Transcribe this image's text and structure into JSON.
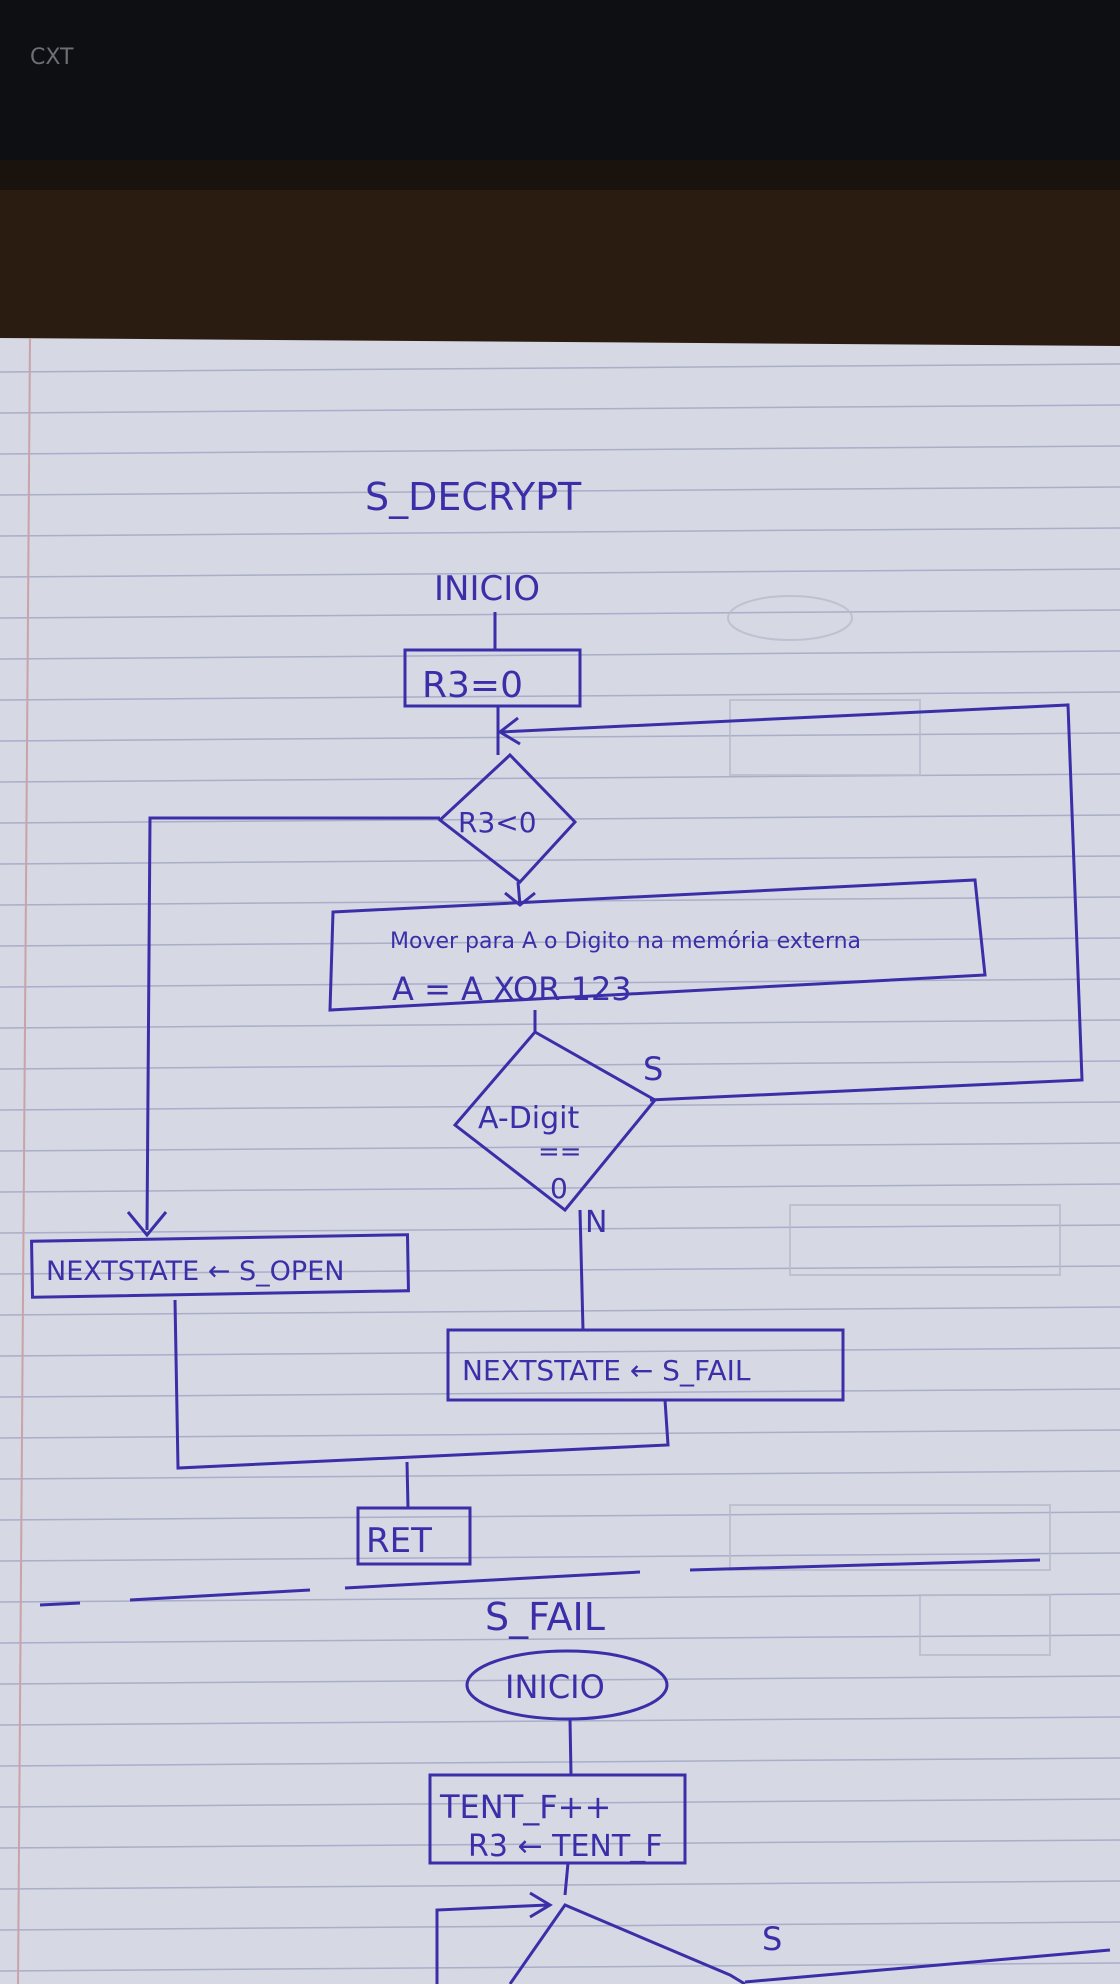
{
  "top_bar_text": "CXT",
  "colors": {
    "ink": "#3a2fa8",
    "paper": "#d9dbe6",
    "paper_line": "#a9aec9",
    "margin_line": "#c9a3a8",
    "desk": "#2a1c12"
  },
  "flowcharts": [
    {
      "title": "S_DECRYPT",
      "start": "INICIO",
      "init_box": "R3=0",
      "loop_decision": "R3<0",
      "process_line1": "Mover para A o Digito na memória externa",
      "process_line2": "A = A XOR 123",
      "compare_decision": [
        "A-Digit",
        "==",
        "0"
      ],
      "yes_label": "S",
      "no_label": "N",
      "open_box": "NEXTSTATE ← S_OPEN",
      "fail_box": "NEXTSTATE ← S_FAIL",
      "end_box": "RET"
    },
    {
      "title": "S_FAIL",
      "start": "INICIO",
      "process_line1": "TENT_F++",
      "process_line2": "R3 ← TENT_F",
      "yes_label": "S"
    }
  ]
}
